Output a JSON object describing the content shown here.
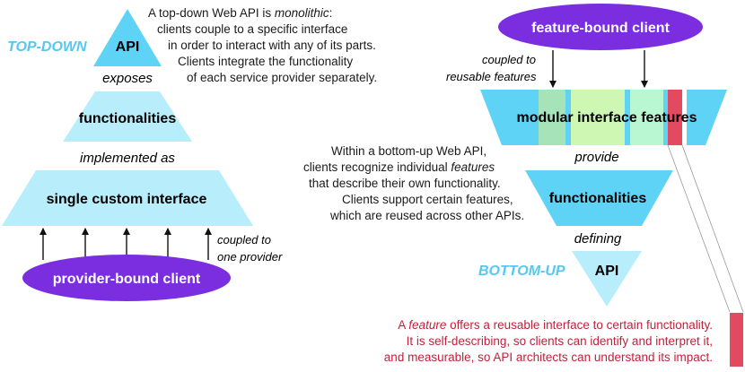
{
  "colors": {
    "cyan_light": "#b8eefc",
    "cyan": "#5fd3f5",
    "purple": "#7a2ee0",
    "green_dark": "#a6e3b8",
    "green_light": "#cdf7b2",
    "green_mint": "#b9f7d2",
    "red": "#e34a5f",
    "note_text": "#c0223b",
    "label_blue": "#55c8f2"
  },
  "top_down": {
    "label": "TOP-DOWN",
    "api": "API",
    "exposes": "exposes",
    "functionalities": "functionalities",
    "implemented_as": "implemented as",
    "interface": "single custom interface",
    "coupled_line1": "coupled to",
    "coupled_line2": "one provider",
    "client": "provider-bound client",
    "description": [
      [
        "A top-down Web API is ",
        "monolithic",
        ":"
      ],
      [
        "clients couple to a specific interface"
      ],
      [
        "in order to interact with any of its parts."
      ],
      [
        "Clients integrate the functionality"
      ],
      [
        "of each service provider separately."
      ]
    ]
  },
  "bottom_up": {
    "label": "BOTTOM-UP",
    "api": "API",
    "client": "feature-bound client",
    "coupled_line1": "coupled to",
    "coupled_line2": "reusable features",
    "features": "modular interface features",
    "provide": "provide",
    "functionalities": "functionalities",
    "defining": "defining",
    "description": [
      [
        "Within a bottom-up Web API,"
      ],
      [
        "clients recognize individual ",
        "features"
      ],
      [
        "that describe their own functionality."
      ],
      [
        "Clients support certain features,"
      ],
      [
        "which are reused across other APIs."
      ]
    ]
  },
  "feature_note": [
    [
      "A ",
      "feature",
      " offers a reusable interface to certain functionality."
    ],
    [
      "It is self-describing, so clients can identify and interpret it,"
    ],
    [
      "and measurable, so API architects can understand its impact."
    ]
  ]
}
